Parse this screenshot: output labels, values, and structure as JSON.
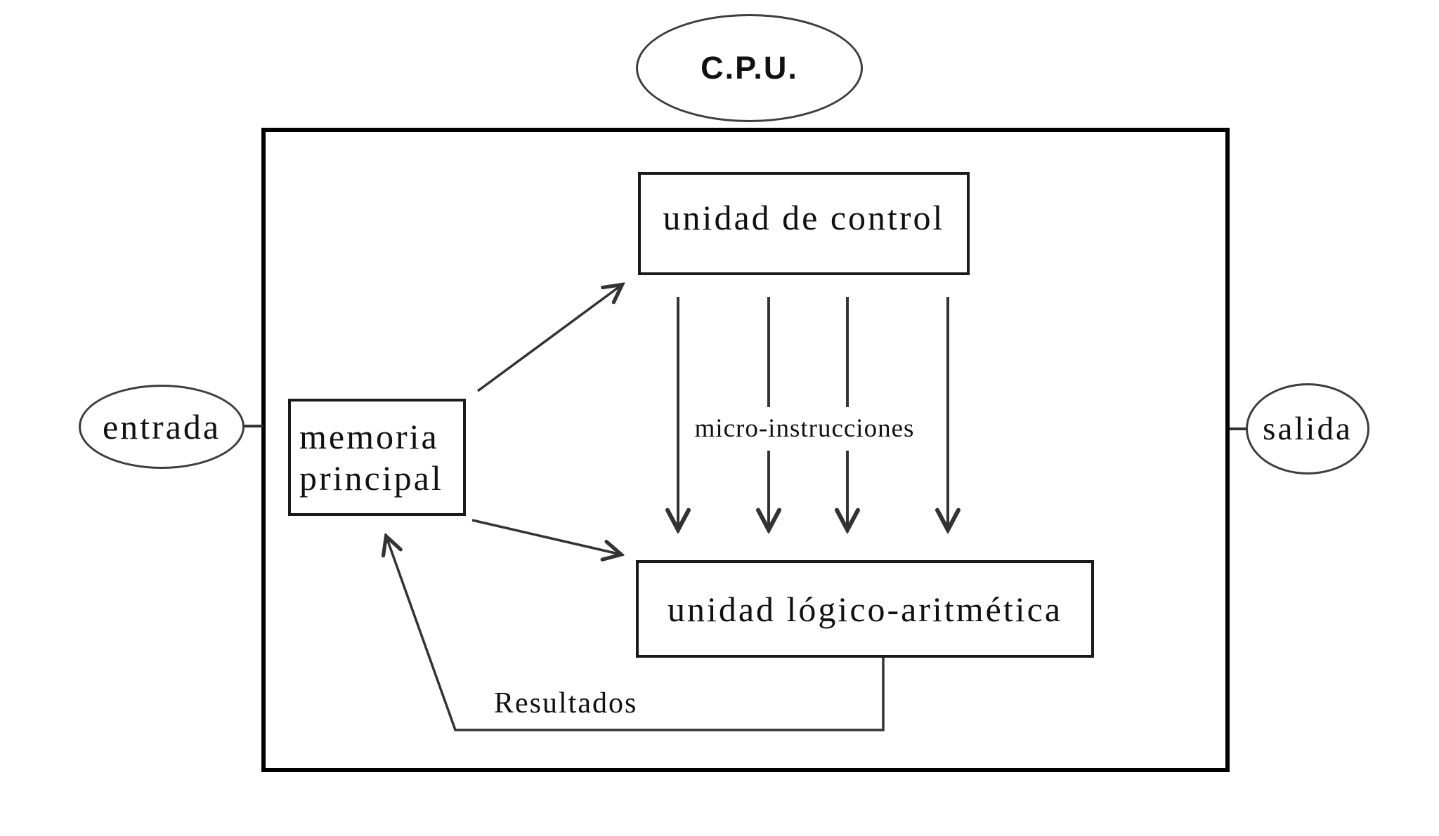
{
  "diagram": {
    "cpu": {
      "label": "C.P.U."
    },
    "nodes": {
      "unidad_control": {
        "label": "unidad de control"
      },
      "memoria": {
        "line1": "memoria",
        "line2": "principal"
      },
      "ula": {
        "label": "unidad lógico-aritmética"
      }
    },
    "terminals": {
      "entrada": {
        "label": "entrada"
      },
      "salida": {
        "label": "salida"
      }
    },
    "edge_labels": {
      "micro": "micro-instrucciones",
      "resultados": "Resultados"
    },
    "colors": {
      "background": "#ffffff",
      "frame": "#000000",
      "box_border": "#1a1a1a",
      "ellipse_border": "#3d3d3d",
      "wire": "#333333",
      "text": "#111111"
    }
  }
}
